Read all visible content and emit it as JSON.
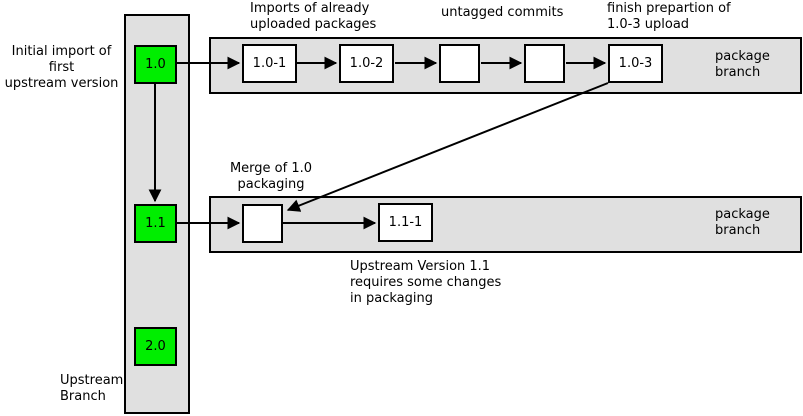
{
  "diagram": {
    "upstream_branch": {
      "caption": "Upstream\nBranch",
      "nodes": [
        {
          "label": "1.0"
        },
        {
          "label": "1.1"
        },
        {
          "label": "2.0"
        }
      ]
    },
    "package_branch_top": {
      "caption": "package\nbranch",
      "nodes": [
        {
          "label": "1.0-1"
        },
        {
          "label": "1.0-2"
        },
        {
          "label": ""
        },
        {
          "label": ""
        },
        {
          "label": "1.0-3"
        }
      ]
    },
    "package_branch_bottom": {
      "caption": "package\nbranch",
      "nodes": [
        {
          "label": ""
        },
        {
          "label": "1.1-1"
        }
      ]
    },
    "annotations": {
      "initial_import": "Initial import of first\nupstream version",
      "imports_uploaded": "Imports of already\nuploaded packages",
      "untagged_commits": "untagged commits",
      "finish_preparation": "finish prepartion of\n1.0-3 upload",
      "merge_packaging": "Merge of 1.0\npackaging",
      "upstream_v11_note": "Upstream Version 1.1\nrequires some changes\nin packaging"
    },
    "colors": {
      "upstream_node_fill": "#00ee00",
      "package_node_fill": "#ffffff",
      "branch_band_fill": "#e0e0e0",
      "line_and_border": "#000000"
    }
  }
}
